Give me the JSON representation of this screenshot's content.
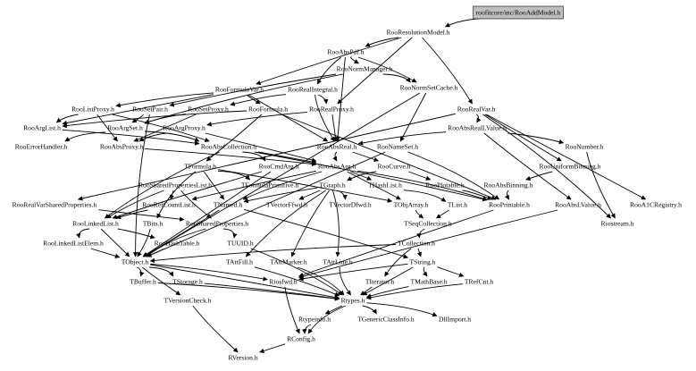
{
  "diagram": {
    "type": "include-dependency-graph",
    "root": "roofitcore/inc/RooAddModel.h",
    "colors": {
      "root_fill": "#bfbfbf",
      "edge": "#000000",
      "background": "#ffffff"
    },
    "nodes": [
      {
        "id": "root",
        "label": "roofitcore/inc/RooAddModel.h"
      },
      {
        "id": "resmodel",
        "label": "RooResolutionModel.h"
      },
      {
        "id": "abspdf",
        "label": "RooAbsPdf.h"
      },
      {
        "id": "normmgr",
        "label": "RooNormManager.h"
      },
      {
        "id": "normsetcache",
        "label": "RooNormSetCache.h"
      },
      {
        "id": "formulavar",
        "label": "RooFormulaVar.h"
      },
      {
        "id": "realintegral",
        "label": "RooRealIntegral.h"
      },
      {
        "id": "listproxy",
        "label": "RooListProxy.h"
      },
      {
        "id": "setpair",
        "label": "RooSetPair.h"
      },
      {
        "id": "setproxy",
        "label": "RooSetProxy.h"
      },
      {
        "id": "formula",
        "label": "RooFormula.h"
      },
      {
        "id": "realproxy",
        "label": "RooRealProxy.h"
      },
      {
        "id": "realvar",
        "label": "RooRealVar.h"
      },
      {
        "id": "arglist",
        "label": "RooArgList.h"
      },
      {
        "id": "argset",
        "label": "RooArgSet.h"
      },
      {
        "id": "argproxy",
        "label": "RooArgProxy.h"
      },
      {
        "id": "absreallvalue",
        "label": "RooAbsRealLValue.h"
      },
      {
        "id": "errorhandler",
        "label": "RooErrorHandler.h"
      },
      {
        "id": "absproxy",
        "label": "RooAbsProxy.h"
      },
      {
        "id": "abscollection",
        "label": "RooAbsCollection.h"
      },
      {
        "id": "absreal",
        "label": "RooAbsReal.h"
      },
      {
        "id": "nameset",
        "label": "RooNameSet.h"
      },
      {
        "id": "number",
        "label": "RooNumber.h"
      },
      {
        "id": "tformula",
        "label": "TFormula.h"
      },
      {
        "id": "cmdarg",
        "label": "RooCmdArg.h"
      },
      {
        "id": "absarg",
        "label": "RooAbsArg.h"
      },
      {
        "id": "curve",
        "label": "RooCurve.h"
      },
      {
        "id": "uniformbinning",
        "label": "RooUniformBinning.h"
      },
      {
        "id": "sharedproplist",
        "label": "RooSharedPropertiesList.h"
      },
      {
        "id": "tformulaprim",
        "label": "TFormulaPrimitive.h"
      },
      {
        "id": "tgraph",
        "label": "TGraph.h"
      },
      {
        "id": "thashlist",
        "label": "THashList.h"
      },
      {
        "id": "plotable",
        "label": "RooPlotable.h"
      },
      {
        "id": "absbinning",
        "label": "RooAbsBinning.h"
      },
      {
        "id": "realvarsharedprop",
        "label": "RooRealVarSharedProperties.h"
      },
      {
        "id": "refcountlist",
        "label": "RooRefCountList.h"
      },
      {
        "id": "tnamed",
        "label": "TNamed.h"
      },
      {
        "id": "tvectorffwd",
        "label": "TVectorFfwd.h"
      },
      {
        "id": "tvectordfwd",
        "label": "TVectorDfwd.h"
      },
      {
        "id": "tobjarray",
        "label": "TObjArray.h"
      },
      {
        "id": "tlist",
        "label": "TList.h"
      },
      {
        "id": "printable",
        "label": "RooPrintable.h"
      },
      {
        "id": "abslvalue",
        "label": "RooAbsLValue.h"
      },
      {
        "id": "a1cregistry",
        "label": "RooA1CRegistry.h"
      },
      {
        "id": "linkedlist",
        "label": "RooLinkedList.h"
      },
      {
        "id": "tbits",
        "label": "TBits.h"
      },
      {
        "id": "sharedprop",
        "label": "RooSharedProperties.h"
      },
      {
        "id": "tseqcollection",
        "label": "TSeqCollection.h"
      },
      {
        "id": "riostream",
        "label": "Riostream.h"
      },
      {
        "id": "linkedlistelem",
        "label": "RooLinkedListElem.h"
      },
      {
        "id": "hashtable",
        "label": "RooHashTable.h"
      },
      {
        "id": "tuuid",
        "label": "TUUID.h"
      },
      {
        "id": "tcollection",
        "label": "TCollection.h"
      },
      {
        "id": "tobject",
        "label": "TObject.h"
      },
      {
        "id": "tattfill",
        "label": "TAttFill.h"
      },
      {
        "id": "tattmarker",
        "label": "TAttMarker.h"
      },
      {
        "id": "tattline",
        "label": "TAttLine.h"
      },
      {
        "id": "tstring",
        "label": "TString.h"
      },
      {
        "id": "tbuffer",
        "label": "TBuffer.h"
      },
      {
        "id": "tstorage",
        "label": "TStorage.h"
      },
      {
        "id": "riosfwd",
        "label": "Riosfwd.h"
      },
      {
        "id": "titerator",
        "label": "TIterator.h"
      },
      {
        "id": "tmathbase",
        "label": "TMathBase.h"
      },
      {
        "id": "trefcnt",
        "label": "TRefCnt.h"
      },
      {
        "id": "tversioncheck",
        "label": "TVersionCheck.h"
      },
      {
        "id": "rtypes",
        "label": "Rtypes.h"
      },
      {
        "id": "rtypeinfo",
        "label": "Rtypeinfo.h"
      },
      {
        "id": "tgenericclassinfo",
        "label": "TGenericClassInfo.h"
      },
      {
        "id": "dllimport",
        "label": "DllImport.h"
      },
      {
        "id": "rconfig",
        "label": "RConfig.h"
      },
      {
        "id": "rversion",
        "label": "RVersion.h"
      }
    ],
    "edges": [
      [
        "root",
        "resmodel"
      ],
      [
        "resmodel",
        "abspdf"
      ],
      [
        "resmodel",
        "realproxy"
      ],
      [
        "resmodel",
        "realvar"
      ],
      [
        "resmodel",
        "formulavar"
      ],
      [
        "abspdf",
        "normmgr"
      ],
      [
        "abspdf",
        "realintegral"
      ],
      [
        "abspdf",
        "absreal"
      ],
      [
        "abspdf",
        "normsetcache"
      ],
      [
        "normmgr",
        "normsetcache"
      ],
      [
        "normmgr",
        "argset"
      ],
      [
        "normmgr",
        "setpair"
      ],
      [
        "normsetcache",
        "nameset"
      ],
      [
        "normsetcache",
        "tobject"
      ],
      [
        "formulavar",
        "listproxy"
      ],
      [
        "formulavar",
        "formula"
      ],
      [
        "formulavar",
        "absreal"
      ],
      [
        "formulavar",
        "arglist"
      ],
      [
        "realintegral",
        "realproxy"
      ],
      [
        "realintegral",
        "setproxy"
      ],
      [
        "realintegral",
        "absreal"
      ],
      [
        "listproxy",
        "arglist"
      ],
      [
        "listproxy",
        "absproxy"
      ],
      [
        "listproxy",
        "abscollection"
      ],
      [
        "setpair",
        "argset"
      ],
      [
        "setpair",
        "tobject"
      ],
      [
        "setproxy",
        "argset"
      ],
      [
        "setproxy",
        "absproxy"
      ],
      [
        "formula",
        "tformula"
      ],
      [
        "formula",
        "arglist"
      ],
      [
        "formula",
        "printable"
      ],
      [
        "realproxy",
        "argproxy"
      ],
      [
        "realproxy",
        "absreal"
      ],
      [
        "realvar",
        "absreallvalue"
      ],
      [
        "realvar",
        "riostream"
      ],
      [
        "realvar",
        "a1cregistry"
      ],
      [
        "realvar",
        "uniformbinning"
      ],
      [
        "realvar",
        "realvarsharedprop"
      ],
      [
        "arglist",
        "abscollection"
      ],
      [
        "argset",
        "abscollection"
      ],
      [
        "argset",
        "errorhandler"
      ],
      [
        "argproxy",
        "absproxy"
      ],
      [
        "argproxy",
        "absarg"
      ],
      [
        "absreallvalue",
        "number"
      ],
      [
        "absreallvalue",
        "absreal"
      ],
      [
        "absreallvalue",
        "abslvalue"
      ],
      [
        "absproxy",
        "absarg"
      ],
      [
        "abscollection",
        "absarg"
      ],
      [
        "abscollection",
        "printable"
      ],
      [
        "abscollection",
        "cmdarg"
      ],
      [
        "abscollection",
        "linkedlist"
      ],
      [
        "absreal",
        "absarg"
      ],
      [
        "absreal",
        "curve"
      ],
      [
        "nameset",
        "tobject"
      ],
      [
        "nameset",
        "printable"
      ],
      [
        "number",
        "riostream"
      ],
      [
        "absarg",
        "tnamed"
      ],
      [
        "absarg",
        "thashlist"
      ],
      [
        "absarg",
        "refcountlist"
      ],
      [
        "absarg",
        "printable"
      ],
      [
        "absarg",
        "tobjarray"
      ],
      [
        "curve",
        "tgraph"
      ],
      [
        "curve",
        "plotable"
      ],
      [
        "uniformbinning",
        "absbinning"
      ],
      [
        "tformula",
        "tformulaprim"
      ],
      [
        "tformula",
        "tbits"
      ],
      [
        "tformula",
        "tobjarray"
      ],
      [
        "tformula",
        "tnamed"
      ],
      [
        "cmdarg",
        "tobject"
      ],
      [
        "cmdarg",
        "linkedlist"
      ],
      [
        "sharedproplist",
        "sharedprop"
      ],
      [
        "sharedproplist",
        "linkedlist"
      ],
      [
        "sharedproplist",
        "refcountlist"
      ],
      [
        "tgraph",
        "tnamed"
      ],
      [
        "tgraph",
        "tattline"
      ],
      [
        "tgraph",
        "tattfill"
      ],
      [
        "tgraph",
        "tattmarker"
      ],
      [
        "tgraph",
        "tvectorffwd"
      ],
      [
        "tgraph",
        "tvectordfwd"
      ],
      [
        "thashlist",
        "tlist"
      ],
      [
        "plotable",
        "printable"
      ],
      [
        "absbinning",
        "printable"
      ],
      [
        "realvarsharedprop",
        "sharedprop"
      ],
      [
        "refcountlist",
        "linkedlist"
      ],
      [
        "tnamed",
        "tobject"
      ],
      [
        "tnamed",
        "tstring"
      ],
      [
        "tobjarray",
        "tseqcollection"
      ],
      [
        "tlist",
        "tseqcollection"
      ],
      [
        "printable",
        "riosfwd"
      ],
      [
        "abslvalue",
        "riosfwd"
      ],
      [
        "linkedlist",
        "linkedlistelem"
      ],
      [
        "linkedlist",
        "hashtable"
      ],
      [
        "linkedlist",
        "tobject"
      ],
      [
        "tbits",
        "tobject"
      ],
      [
        "sharedprop",
        "tuuid"
      ],
      [
        "sharedprop",
        "tobject"
      ],
      [
        "tseqcollection",
        "tcollection"
      ],
      [
        "linkedlistelem",
        "tobject"
      ],
      [
        "hashtable",
        "tobject"
      ],
      [
        "tuuid",
        "rtypes"
      ],
      [
        "tcollection",
        "tobject"
      ],
      [
        "tcollection",
        "titerator"
      ],
      [
        "tcollection",
        "tstring"
      ],
      [
        "tobject",
        "tbuffer"
      ],
      [
        "tobject",
        "tstorage"
      ],
      [
        "tobject",
        "riosfwd"
      ],
      [
        "tobject",
        "tversioncheck"
      ],
      [
        "tobject",
        "rtypes"
      ],
      [
        "tattfill",
        "rtypes"
      ],
      [
        "tattmarker",
        "rtypes"
      ],
      [
        "tattline",
        "rtypes"
      ],
      [
        "tstring",
        "tmathbase"
      ],
      [
        "tstring",
        "trefcnt"
      ],
      [
        "tstring",
        "riosfwd"
      ],
      [
        "tstring",
        "rtypes"
      ],
      [
        "tbuffer",
        "rtypes"
      ],
      [
        "tstorage",
        "rtypes"
      ],
      [
        "titerator",
        "rtypes"
      ],
      [
        "tmathbase",
        "rtypes"
      ],
      [
        "trefcnt",
        "rtypes"
      ],
      [
        "tversioncheck",
        "rversion"
      ],
      [
        "riosfwd",
        "rconfig"
      ],
      [
        "rtypes",
        "rtypeinfo"
      ],
      [
        "rtypes",
        "tgenericclassinfo"
      ],
      [
        "rtypes",
        "dllimport"
      ],
      [
        "rtypes",
        "rconfig"
      ],
      [
        "rtypeinfo",
        "rconfig"
      ],
      [
        "rconfig",
        "rversion"
      ]
    ]
  }
}
